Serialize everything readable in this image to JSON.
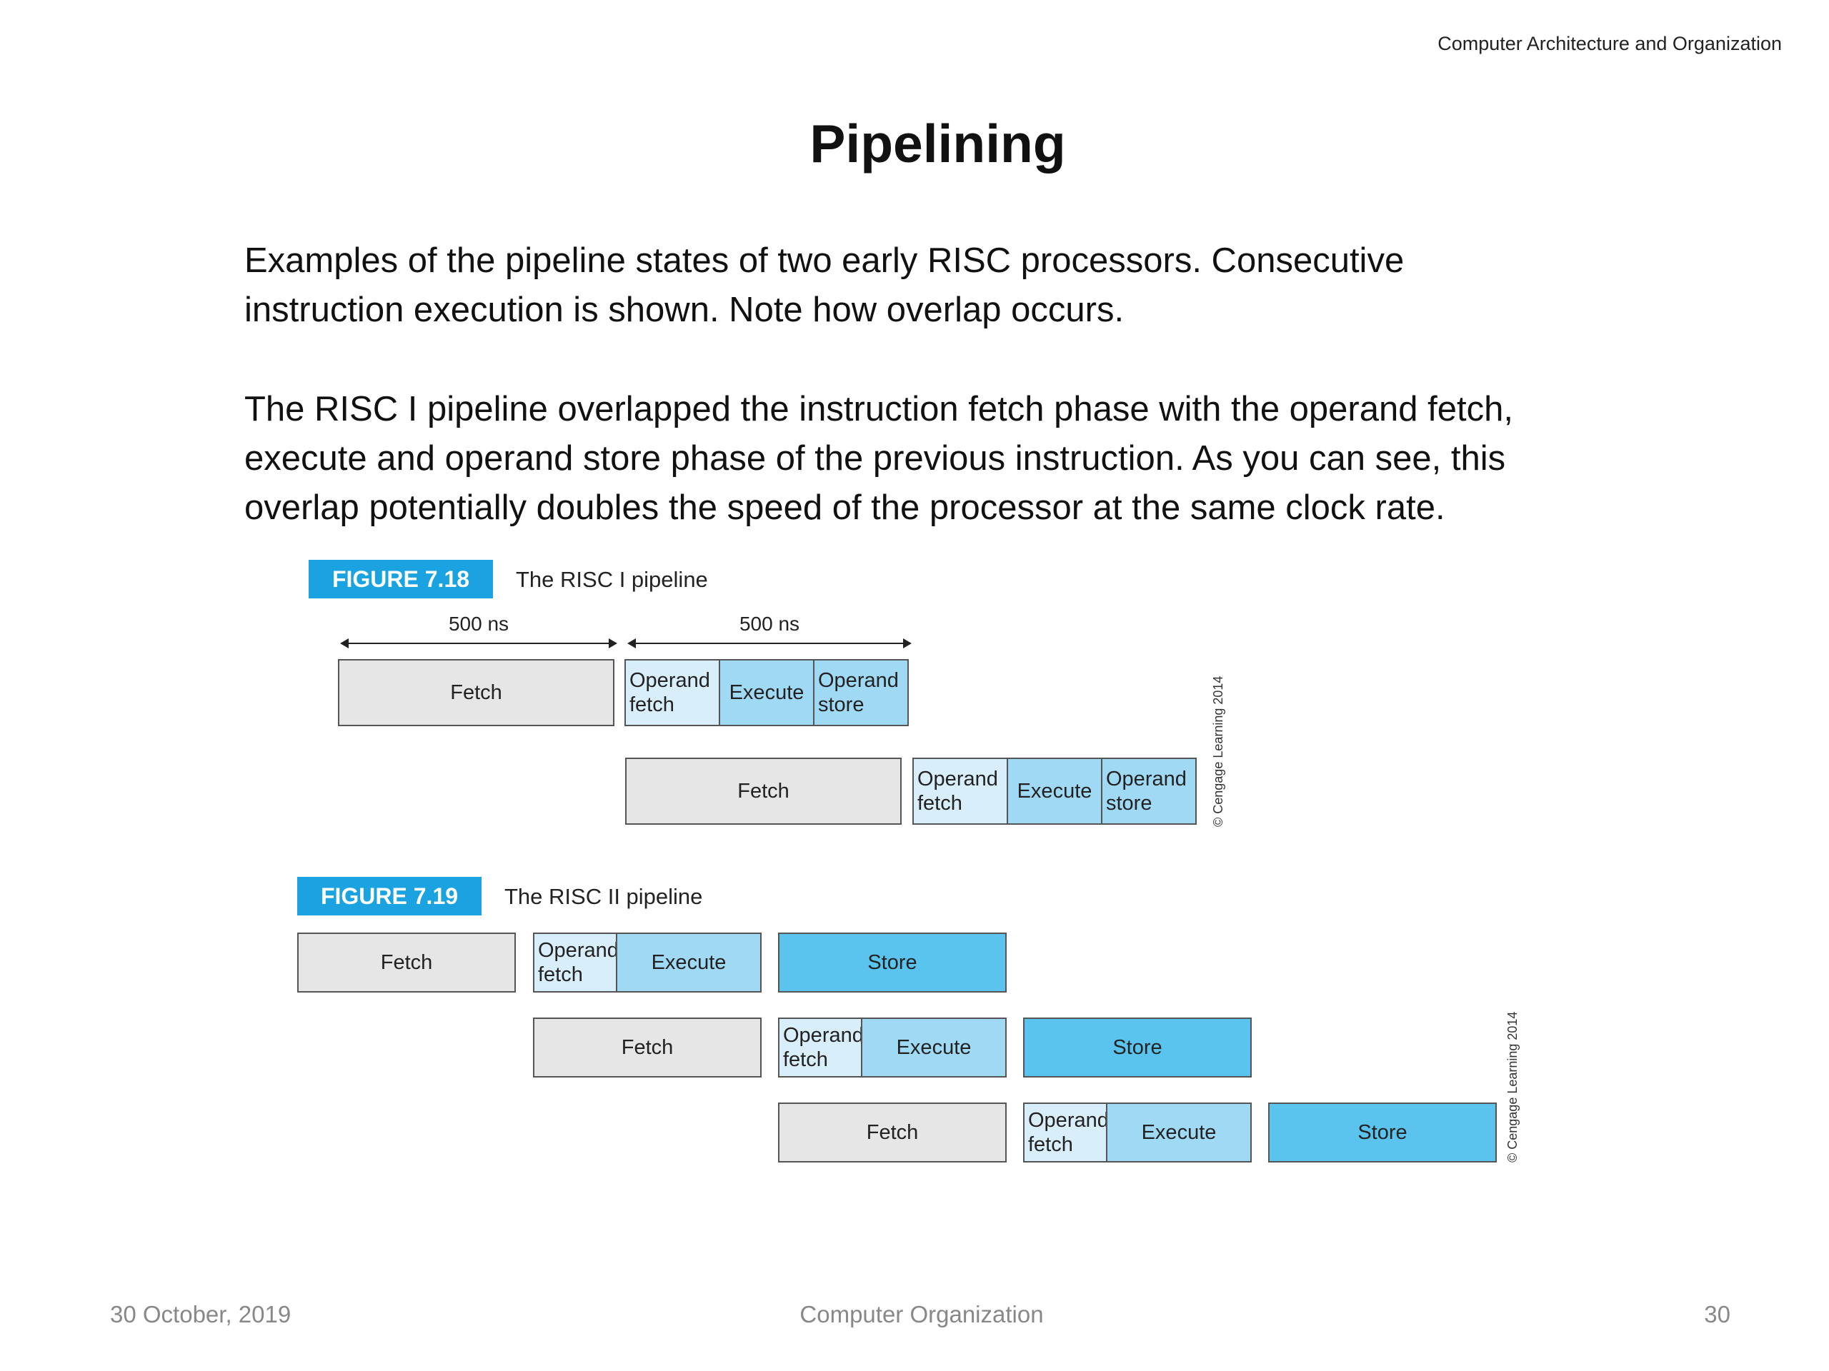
{
  "header": {
    "course": "Computer Architecture and Organization"
  },
  "slide": {
    "title": "Pipelining",
    "paragraph1": [
      "Examples of the pipeline states of two early RISC processors. Consecutive",
      "instruction execution is shown. Note how overlap occurs."
    ],
    "paragraph2": [
      "The RISC I pipeline overlapped the instruction fetch phase with the operand fetch,",
      "execute and operand store phase of the previous instruction. As you can see, this",
      "overlap potentially doubles the speed of the processor at the same clock rate."
    ]
  },
  "figure1": {
    "tag": "FIGURE 7.18",
    "caption": "The RISC I pipeline",
    "dim_left": "500 ns",
    "dim_right": "500 ns",
    "row1": {
      "fetch": "Fetch",
      "operand_fetch": [
        "Operand",
        "fetch"
      ],
      "execute": "Execute",
      "operand_store": [
        "Operand",
        "store"
      ]
    },
    "row2": {
      "fetch": "Fetch",
      "operand_fetch": [
        "Operand",
        "fetch"
      ],
      "execute": "Execute",
      "operand_store": [
        "Operand",
        "store"
      ]
    },
    "copyright": "© Cengage Learning 2014"
  },
  "figure2": {
    "tag": "FIGURE 7.19",
    "caption": "The RISC II pipeline",
    "rows": [
      {
        "fetch": "Fetch",
        "operand_fetch": [
          "Operand",
          "fetch"
        ],
        "execute": "Execute",
        "store": "Store"
      },
      {
        "fetch": "Fetch",
        "operand_fetch": [
          "Operand",
          "fetch"
        ],
        "execute": "Execute",
        "store": "Store"
      },
      {
        "fetch": "Fetch",
        "operand_fetch": [
          "Operand",
          "fetch"
        ],
        "execute": "Execute",
        "store": "Store"
      }
    ],
    "copyright": "© Cengage Learning 2014"
  },
  "footer": {
    "date": "30 October, 2019",
    "center": "Computer Organization",
    "page": "30"
  },
  "colors": {
    "figure_tag": "#1aa3e0",
    "fetch": "#e6e6e6",
    "operand_fetch": "#d8eefa",
    "execute": "#9fd9f4",
    "store": "#5ac4ee"
  }
}
